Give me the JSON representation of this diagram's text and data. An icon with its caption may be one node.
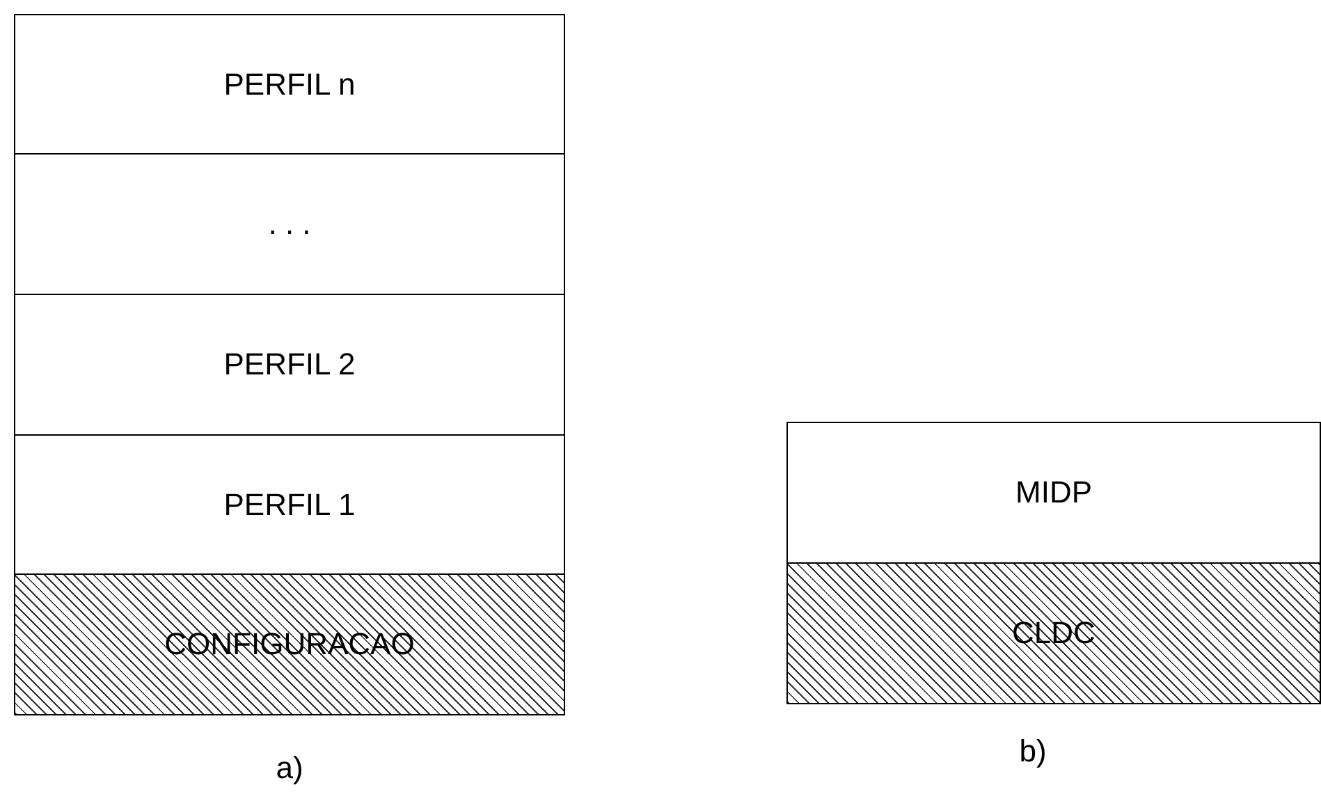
{
  "diagram": {
    "nodes": [
      {
        "text": [
          "PERFIL n"
        ]
      },
      {
        "text": [
          ". . ."
        ]
      },
      {
        "text": [
          "PERFIL 2"
        ]
      },
      {
        "text": [
          "PERFIL 1"
        ]
      },
      {
        "text": [
          "CONFIGURACAO"
        ]
      },
      {
        "text": [
          "MIDP"
        ]
      },
      {
        "text": [
          "CLDC"
        ]
      }
    ],
    "labels": [
      "a)",
      "b)"
    ]
  }
}
